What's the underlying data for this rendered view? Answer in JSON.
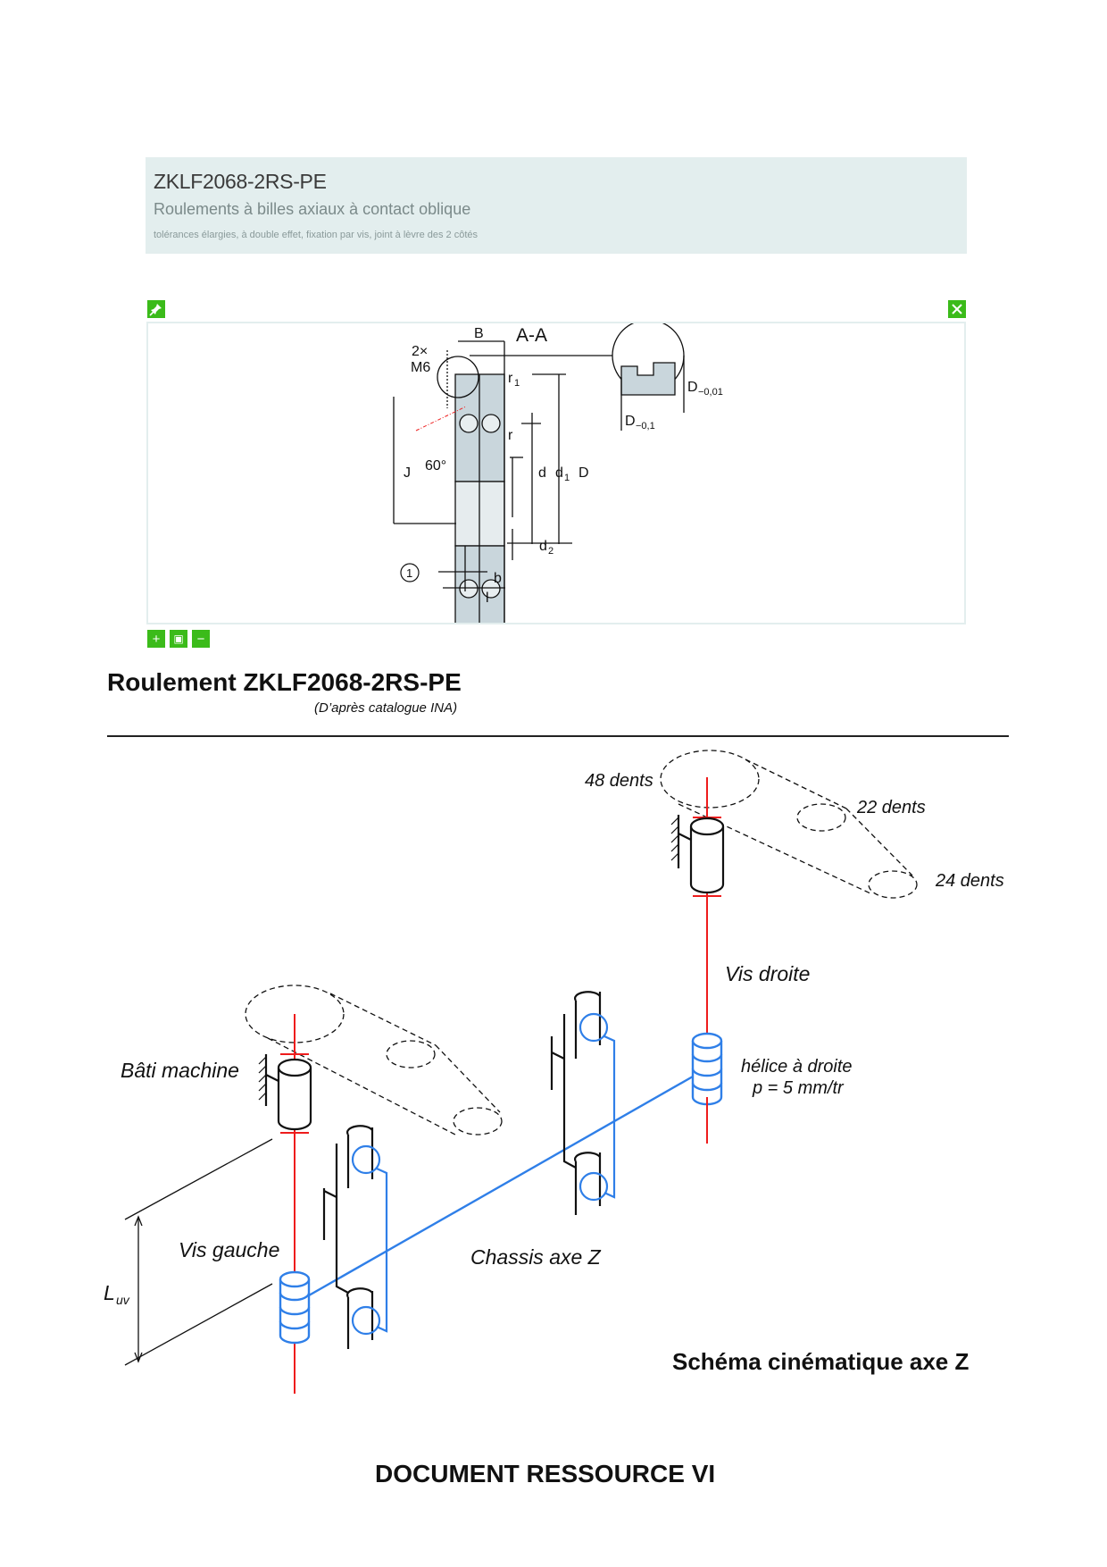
{
  "header": {
    "title": "ZKLF2068-2RS-PE",
    "subtitle": "Roulements à billes axiaux à contact oblique",
    "note": "tolérances élargies, à double effet, fixation par vis, joint à lèvre des 2 côtés"
  },
  "viewer": {
    "pin_icon": "pin-icon",
    "close_icon": "close-icon",
    "zoom_in_label": "+",
    "fit_label": "▣",
    "zoom_out_label": "−",
    "colors": {
      "accent": "#3bbb1a",
      "frame": "#e3eeee",
      "bearing": "#c9d6dc"
    },
    "drawing_labels": {
      "b_upper": "B",
      "section": "A-A",
      "count": "2×",
      "thread": "M6",
      "r1": "r",
      "r1_sub": "1",
      "r": "r",
      "angle": "60°",
      "j": "J",
      "d": "d",
      "d1": "d",
      "d1_sub": "1",
      "D": "D",
      "d2": "d",
      "d2_sub": "2",
      "callout": "1",
      "b_lower": "b",
      "l": "l",
      "tol1": "D",
      "tol1_sub": "−0,01",
      "tol2": "D",
      "tol2_sub": "−0,1"
    }
  },
  "caption": {
    "title": "Roulement ZKLF2068-2RS-PE",
    "source": "(D’après catalogue INA)"
  },
  "schema": {
    "labels": {
      "gear48": "48 dents",
      "gear22": "22 dents",
      "gear24": "24 dents",
      "vis_droite": "Vis droite",
      "helice_line1": "hélice à droite",
      "helice_line2": "p = 5 mm/tr",
      "bati": "Bâti machine",
      "vis_gauche": "Vis gauche",
      "chassis": "Chassis axe Z",
      "luv": "L",
      "luv_sub": "uv"
    },
    "colors": {
      "axis": "#ee1c1c",
      "nut": "#2f7fe8",
      "line": "#111111"
    },
    "title": "Schéma cinématique axe Z"
  },
  "footer": {
    "title": "DOCUMENT RESSOURCE VI"
  }
}
